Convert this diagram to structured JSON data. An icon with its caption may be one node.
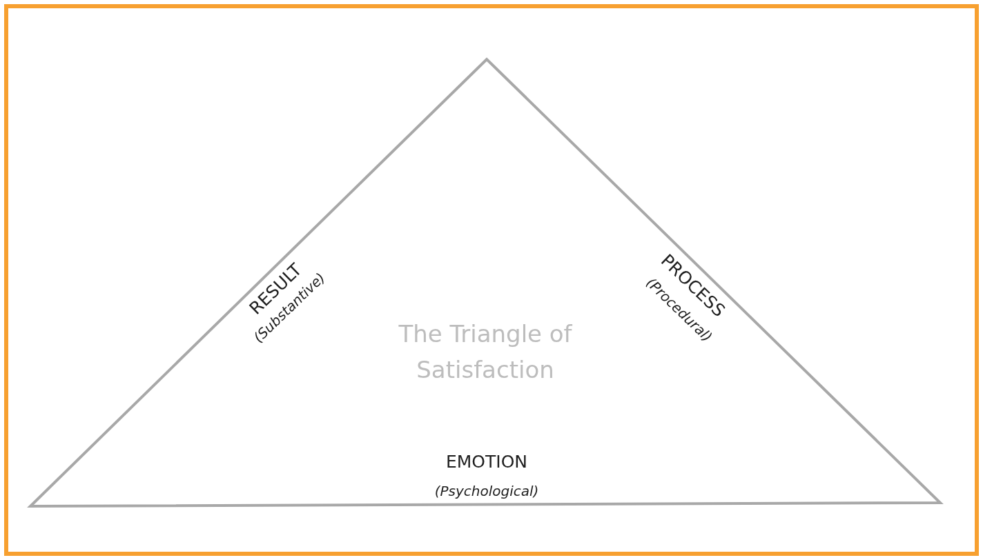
{
  "diagram": {
    "nodes": [
      {
        "text": [
          "The Triangle of Satisfaction"
        ]
      }
    ],
    "labels": [
      "RESULT",
      "(Substantive)",
      "PROCESS",
      "(Procedural)",
      "EMOTION",
      "(Psychological)"
    ]
  }
}
